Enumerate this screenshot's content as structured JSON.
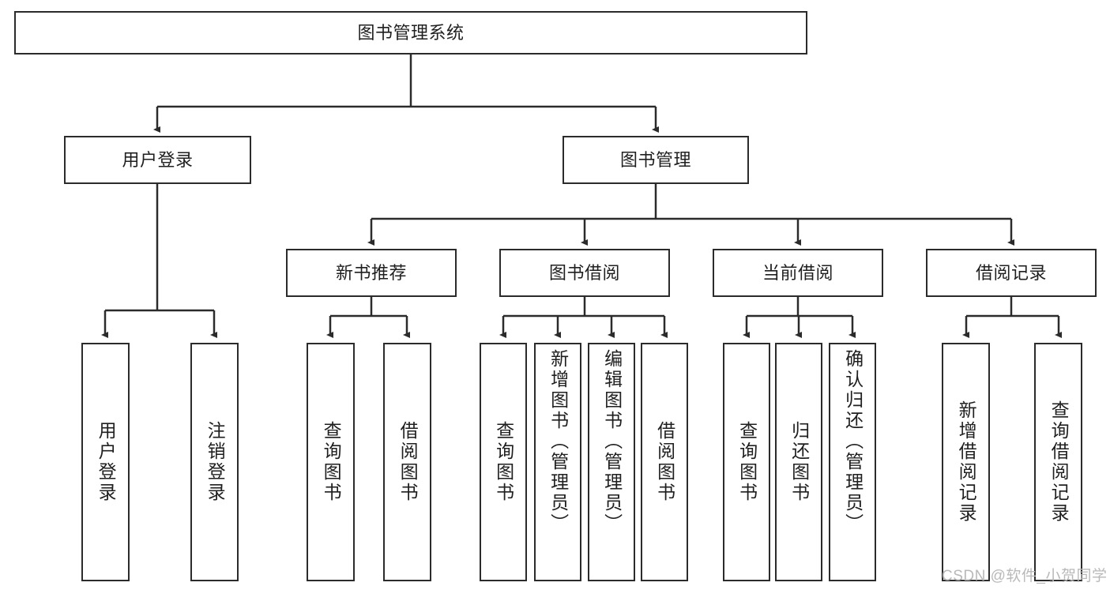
{
  "diagram": {
    "title": "图书管理系统",
    "type": "hierarchy-tree",
    "root": {
      "id": "root",
      "label": "图书管理系统"
    },
    "level2": [
      {
        "id": "user-login",
        "label": "用户登录"
      },
      {
        "id": "book-manage",
        "label": "图书管理"
      }
    ],
    "level3": [
      {
        "id": "new-book-recommend",
        "label": "新书推荐"
      },
      {
        "id": "book-borrow",
        "label": "图书借阅"
      },
      {
        "id": "current-borrow",
        "label": "当前借阅"
      },
      {
        "id": "borrow-record",
        "label": "借阅记录"
      }
    ],
    "leaves": {
      "user_login": [
        {
          "id": "leaf-user-login",
          "label": "用户登录"
        },
        {
          "id": "leaf-logout-login",
          "label": "注销登录"
        }
      ],
      "new_book_recommend": [
        {
          "id": "leaf-query-book-1",
          "label": "查询图书"
        },
        {
          "id": "leaf-borrow-book-1",
          "label": "借阅图书"
        }
      ],
      "book_borrow": [
        {
          "id": "leaf-query-book-2",
          "label": "查询图书"
        },
        {
          "id": "leaf-add-book",
          "label": "新增图书（管理员）"
        },
        {
          "id": "leaf-edit-book",
          "label": "编辑图书（管理员）"
        },
        {
          "id": "leaf-borrow-book-2",
          "label": "借阅图书"
        }
      ],
      "current_borrow": [
        {
          "id": "leaf-query-book-3",
          "label": "查询图书"
        },
        {
          "id": "leaf-return-book",
          "label": "归还图书"
        },
        {
          "id": "leaf-confirm-return",
          "label": "确认归还（管理员）"
        }
      ],
      "borrow_record": [
        {
          "id": "leaf-add-record",
          "label": "新增借阅记录"
        },
        {
          "id": "leaf-query-record",
          "label": "查询借阅记录"
        }
      ]
    },
    "colors": {
      "stroke": "#2b2b2b",
      "fill": "#ffffff",
      "text": "#1f1f1f",
      "watermark": "#b9b9b9"
    }
  },
  "watermark": {
    "text": "CSDN @软件_小贺同学"
  }
}
